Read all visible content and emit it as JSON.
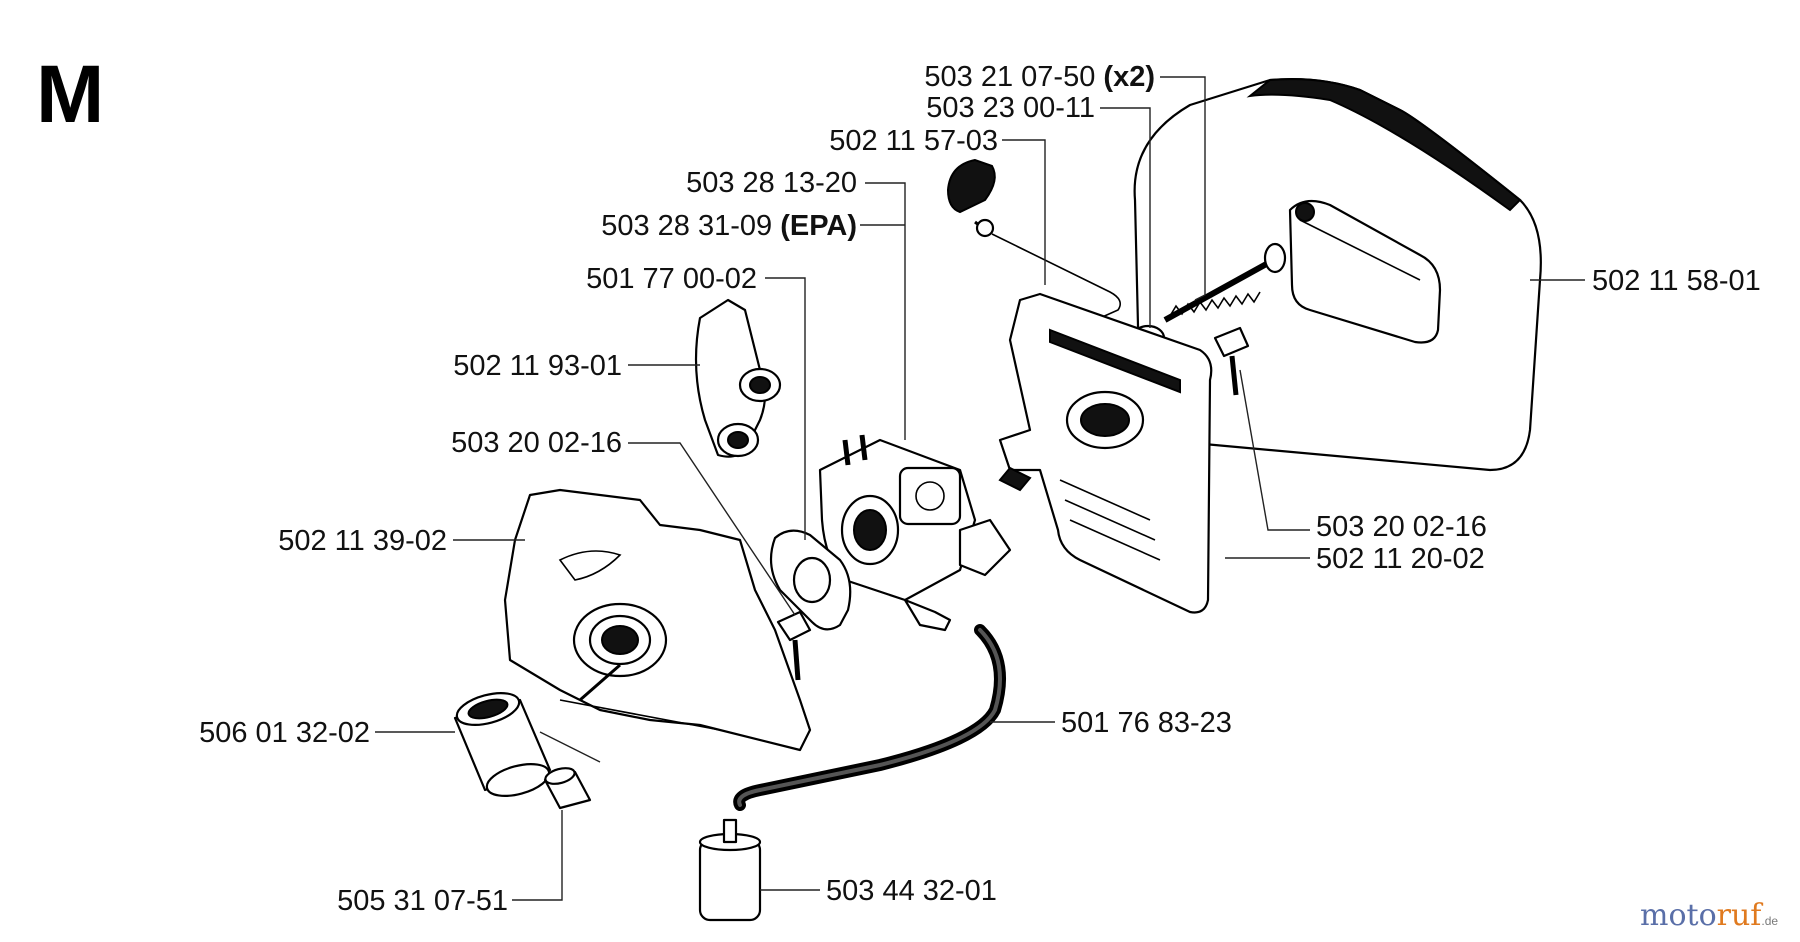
{
  "section_letter": "M",
  "labels": {
    "p1": "503 21 07-50",
    "p1_suffix": "(x2)",
    "p2": "503 23 00-11",
    "p3": "502 11 57-03",
    "p4": "503 28 13-20",
    "p5": "503 28 31-09",
    "p5_suffix": "(EPA)",
    "p6": "501 77 00-02",
    "p7": "502 11 93-01",
    "p8": "503 20 02-16",
    "p9": "502 11 39-02",
    "p10": "502 11 58-01",
    "p11": "503 20 02-16",
    "p12": "502 11 20-02",
    "p13": "501 76 83-23",
    "p14": "506 01 32-02",
    "p15": "505 31 07-51",
    "p16": "503 44 32-01"
  },
  "watermark": {
    "part1": "moto",
    "part2": "ruf",
    "tld": ".de"
  }
}
